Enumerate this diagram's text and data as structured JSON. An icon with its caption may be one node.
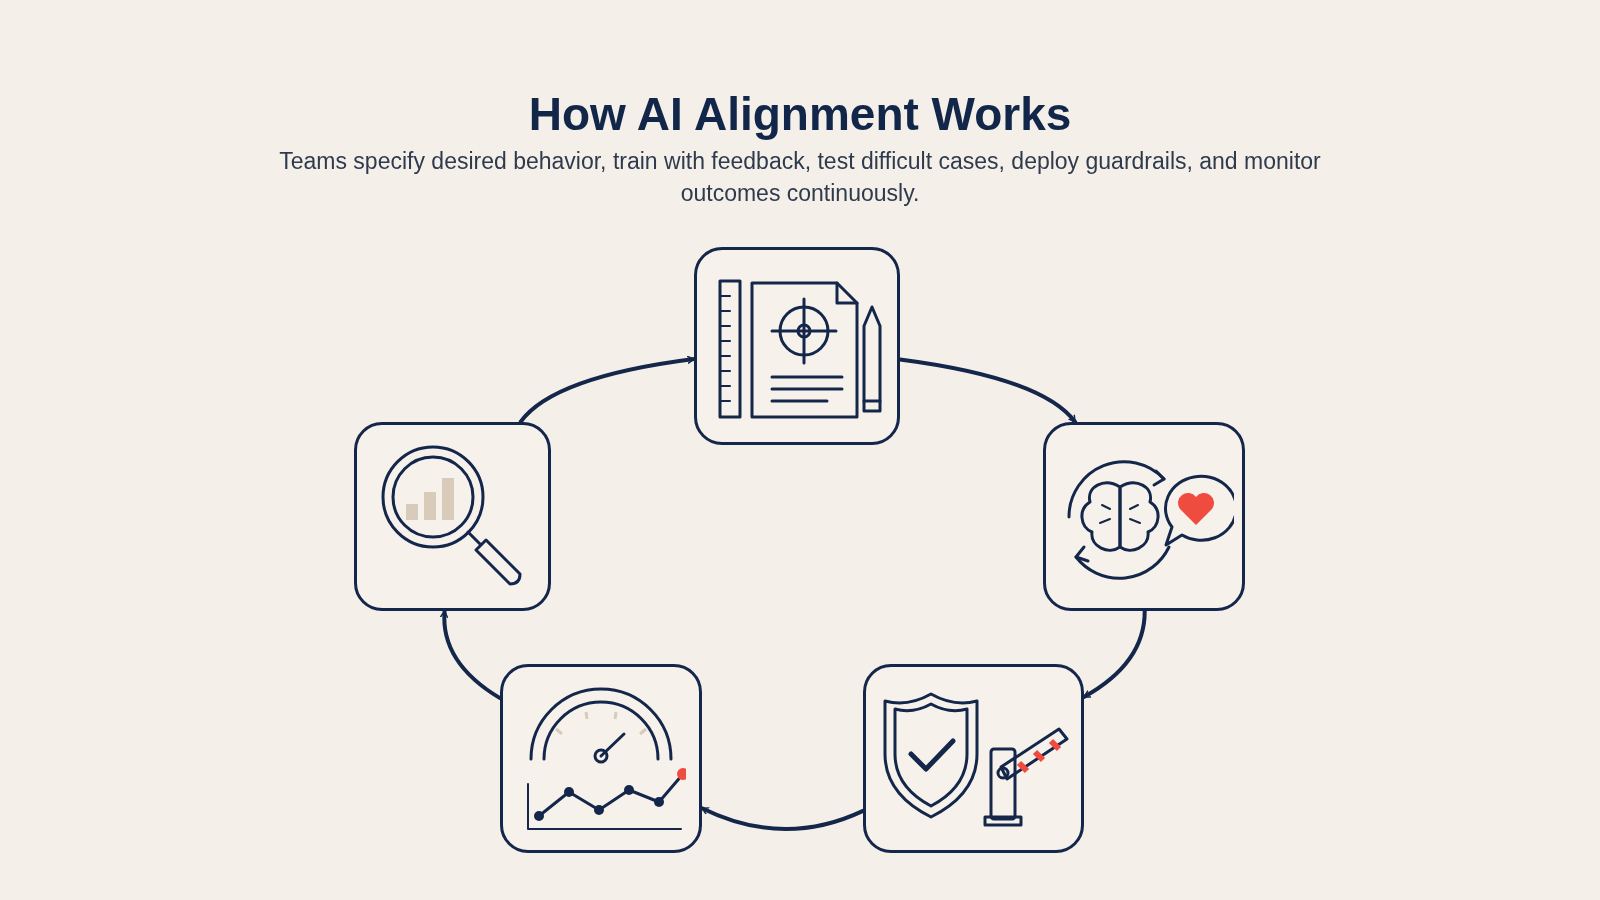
{
  "diagram": {
    "title": "How AI Alignment Works",
    "caption": "Teams specify desired behavior, train with feedback, test difficult cases, deploy guardrails, and monitor outcomes continuously.",
    "nodes": [
      {
        "text": [],
        "shape": "picture"
      },
      {
        "text": [],
        "shape": "picture"
      },
      {
        "text": [],
        "shape": "picture"
      },
      {
        "text": [],
        "shape": "picture"
      },
      {
        "text": [],
        "shape": "picture"
      }
    ],
    "edges": [
      {
        "from": 0,
        "to": 2,
        "arrow": "to"
      },
      {
        "from": 2,
        "to": 4,
        "arrow": "to"
      },
      {
        "from": 4,
        "to": 3,
        "arrow": "to"
      },
      {
        "from": 3,
        "to": 1,
        "arrow": "to"
      },
      {
        "from": 1,
        "to": 0,
        "arrow": "to"
      }
    ]
  }
}
